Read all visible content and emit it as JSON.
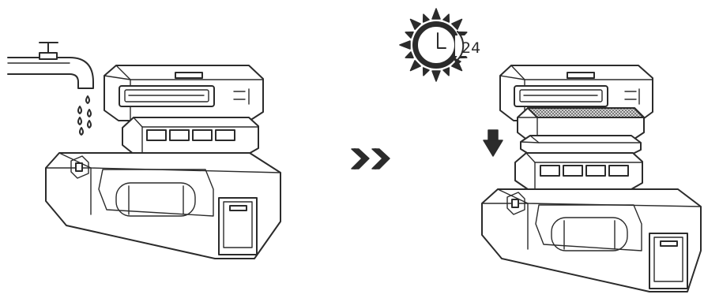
{
  "diagram": {
    "steps": [
      {
        "id": "rinse",
        "icons": [
          "water-tap-icon",
          "water-drops-icon"
        ]
      },
      {
        "id": "dry-and-reassemble",
        "icons": [
          "sun-clock-icon",
          "down-arrow-icon"
        ]
      }
    ],
    "dry_time_label": "24",
    "colors": {
      "line": "#2b2b2b",
      "background": "#ffffff"
    },
    "icons": {
      "tap": "water-tap-icon",
      "drops": "water-drops-icon",
      "sun_clock": "sun-clock-icon",
      "next": "double-chevron-icon",
      "insert": "down-arrow-icon"
    }
  }
}
